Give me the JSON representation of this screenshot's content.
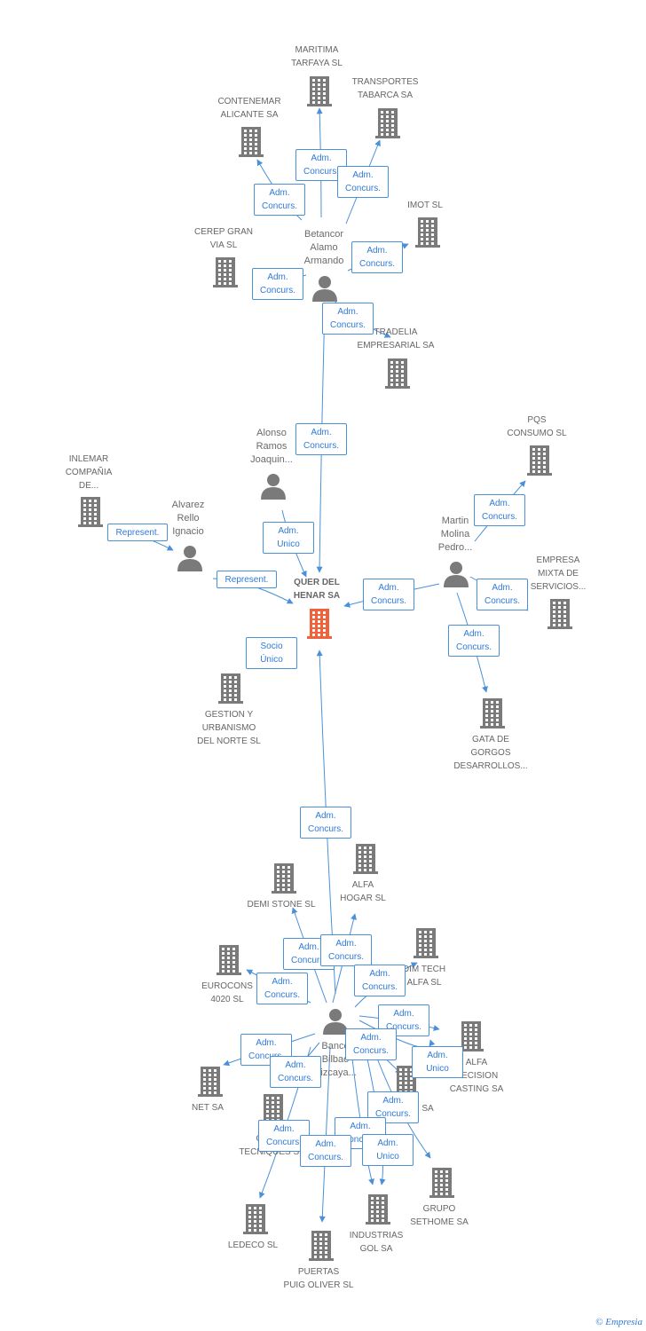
{
  "nodes": [
    {
      "id": "center",
      "kind": "company",
      "label": "QUER DEL\nHENAR SA",
      "highlight": true
    },
    {
      "id": "maritima",
      "kind": "company",
      "label": "MARITIMA\nTARFAYA SL"
    },
    {
      "id": "transportes",
      "kind": "company",
      "label": "TRANSPORTES\nTABARCA SA"
    },
    {
      "id": "contenemar",
      "kind": "company",
      "label": "CONTENEMAR\nALICANTE SA"
    },
    {
      "id": "imot",
      "kind": "company",
      "label": "IMOT SL"
    },
    {
      "id": "cerep",
      "kind": "company",
      "label": "CEREP GRAN\nVIA SL"
    },
    {
      "id": "tradelia",
      "kind": "company",
      "label": "TRADELIA\nEMPRESARIAL SA"
    },
    {
      "id": "pqs",
      "kind": "company",
      "label": "PQS\nCONSUMO SL"
    },
    {
      "id": "inlemar",
      "kind": "company",
      "label": "INLEMAR\nCOMPAÑIA\nDE..."
    },
    {
      "id": "empresa",
      "kind": "company",
      "label": "EMPRESA\nMIXTA DE\nSERVICIOS..."
    },
    {
      "id": "gestion",
      "kind": "company",
      "label": "GESTION Y\nURBANISMO\nDEL NORTE SL"
    },
    {
      "id": "gata",
      "kind": "company",
      "label": "GATA DE\nGORGOS\nDESARROLLOS..."
    },
    {
      "id": "demi",
      "kind": "company",
      "label": "DEMI STONE SL"
    },
    {
      "id": "alfahogar",
      "kind": "company",
      "label": "ALFA\nHOGAR SL"
    },
    {
      "id": "dimtech",
      "kind": "company",
      "label": "DIM TECH\nALFA SL"
    },
    {
      "id": "eurocons",
      "kind": "company",
      "label": "EUROCONS\n4020 SL"
    },
    {
      "id": "alfadecision",
      "kind": "company",
      "label": "ALFA\nDECISION\nCASTING SA"
    },
    {
      "id": "net",
      "kind": "company",
      "label": "NET SA"
    },
    {
      "id": "xsa",
      "kind": "company",
      "label": "SA"
    },
    {
      "id": "obras",
      "kind": "company",
      "label": "OBRAS\nTECNIQUES SL"
    },
    {
      "id": "grupo",
      "kind": "company",
      "label": "GRUPO\nSETHOME SA"
    },
    {
      "id": "industrias",
      "kind": "company",
      "label": "INDUSTRIAS\nGOL SA"
    },
    {
      "id": "ledeco",
      "kind": "company",
      "label": "LEDECO SL"
    },
    {
      "id": "puertas",
      "kind": "company",
      "label": "PUERTAS\nPUIG OLIVER SL"
    },
    {
      "id": "betancor",
      "kind": "person",
      "label": "Betancor\nAlamo\nArmando"
    },
    {
      "id": "alonso",
      "kind": "person",
      "label": "Alonso\nRamos\nJoaquin..."
    },
    {
      "id": "alvarez",
      "kind": "person",
      "label": "Alvarez\nRello\nIgnacio"
    },
    {
      "id": "martin",
      "kind": "person",
      "label": "Martin\nMolina\nPedro..."
    },
    {
      "id": "banco",
      "kind": "person",
      "label": "Banco\nBilbao\nVizcaya..."
    }
  ],
  "edges": [
    {
      "from": "betancor",
      "to": "maritima",
      "label": "Adm.\nConcurs."
    },
    {
      "from": "betancor",
      "to": "transportes",
      "label": "Adm.\nConcurs."
    },
    {
      "from": "betancor",
      "to": "contenemar",
      "label": "Adm.\nConcurs."
    },
    {
      "from": "betancor",
      "to": "imot",
      "label": "Adm.\nConcurs."
    },
    {
      "from": "betancor",
      "to": "cerep",
      "label": "Adm.\nConcurs."
    },
    {
      "from": "betancor",
      "to": "tradelia",
      "label": "Adm.\nConcurs."
    },
    {
      "from": "betancor",
      "to": "center",
      "label": "Adm.\nConcurs."
    },
    {
      "from": "alonso",
      "to": "center",
      "label": "Adm.\nUnico"
    },
    {
      "from": "inlemar",
      "to": "alvarez",
      "label": "Represent."
    },
    {
      "from": "alvarez",
      "to": "center",
      "label": "Represent."
    },
    {
      "from": "martin",
      "to": "pqs",
      "label": "Adm.\nConcurs."
    },
    {
      "from": "martin",
      "to": "center",
      "label": "Adm.\nConcurs."
    },
    {
      "from": "martin",
      "to": "empresa",
      "label": "Adm.\nConcurs."
    },
    {
      "from": "martin",
      "to": "gata",
      "label": "Adm.\nConcurs."
    },
    {
      "from": "gestion",
      "to": "center",
      "label": "Socio\nÚnico"
    },
    {
      "from": "banco",
      "to": "center",
      "label": "Adm.\nConcurs."
    },
    {
      "from": "banco",
      "to": "demi",
      "label": "Adm.\nConcurs."
    },
    {
      "from": "banco",
      "to": "alfahogar",
      "label": "Adm.\nConcurs."
    },
    {
      "from": "banco",
      "to": "dimtech",
      "label": "Adm.\nConcurs."
    },
    {
      "from": "banco",
      "to": "eurocons",
      "label": "Adm.\nConcurs."
    },
    {
      "from": "banco",
      "to": "alfadecision",
      "label": "Adm.\nConcurs."
    },
    {
      "from": "banco",
      "to": "alfadecision",
      "label": "Adm.\nUnico"
    },
    {
      "from": "banco",
      "to": "net",
      "label": "Adm.\nConcurs."
    },
    {
      "from": "banco",
      "to": "xsa",
      "label": "Adm.\nConcurs."
    },
    {
      "from": "banco",
      "to": "obras",
      "label": "Adm.\nConcurs."
    },
    {
      "from": "banco",
      "to": "grupo",
      "label": "Adm.\nConcurs."
    },
    {
      "from": "banco",
      "to": "industrias",
      "label": "Adm.\nConcurs."
    },
    {
      "from": "banco",
      "to": "industrias",
      "label": "Adm.\nUnico"
    },
    {
      "from": "banco",
      "to": "ledeco",
      "label": "Adm.\nConcurs."
    },
    {
      "from": "banco",
      "to": "puertas",
      "label": "Adm.\nConcurs."
    }
  ],
  "colors": {
    "edge": "#4a90d9",
    "icon": "#7a7a7a",
    "highlight": "#f0623a",
    "label_text": "#666666"
  },
  "footer": {
    "copyright": "©",
    "brand": "Empresia"
  }
}
